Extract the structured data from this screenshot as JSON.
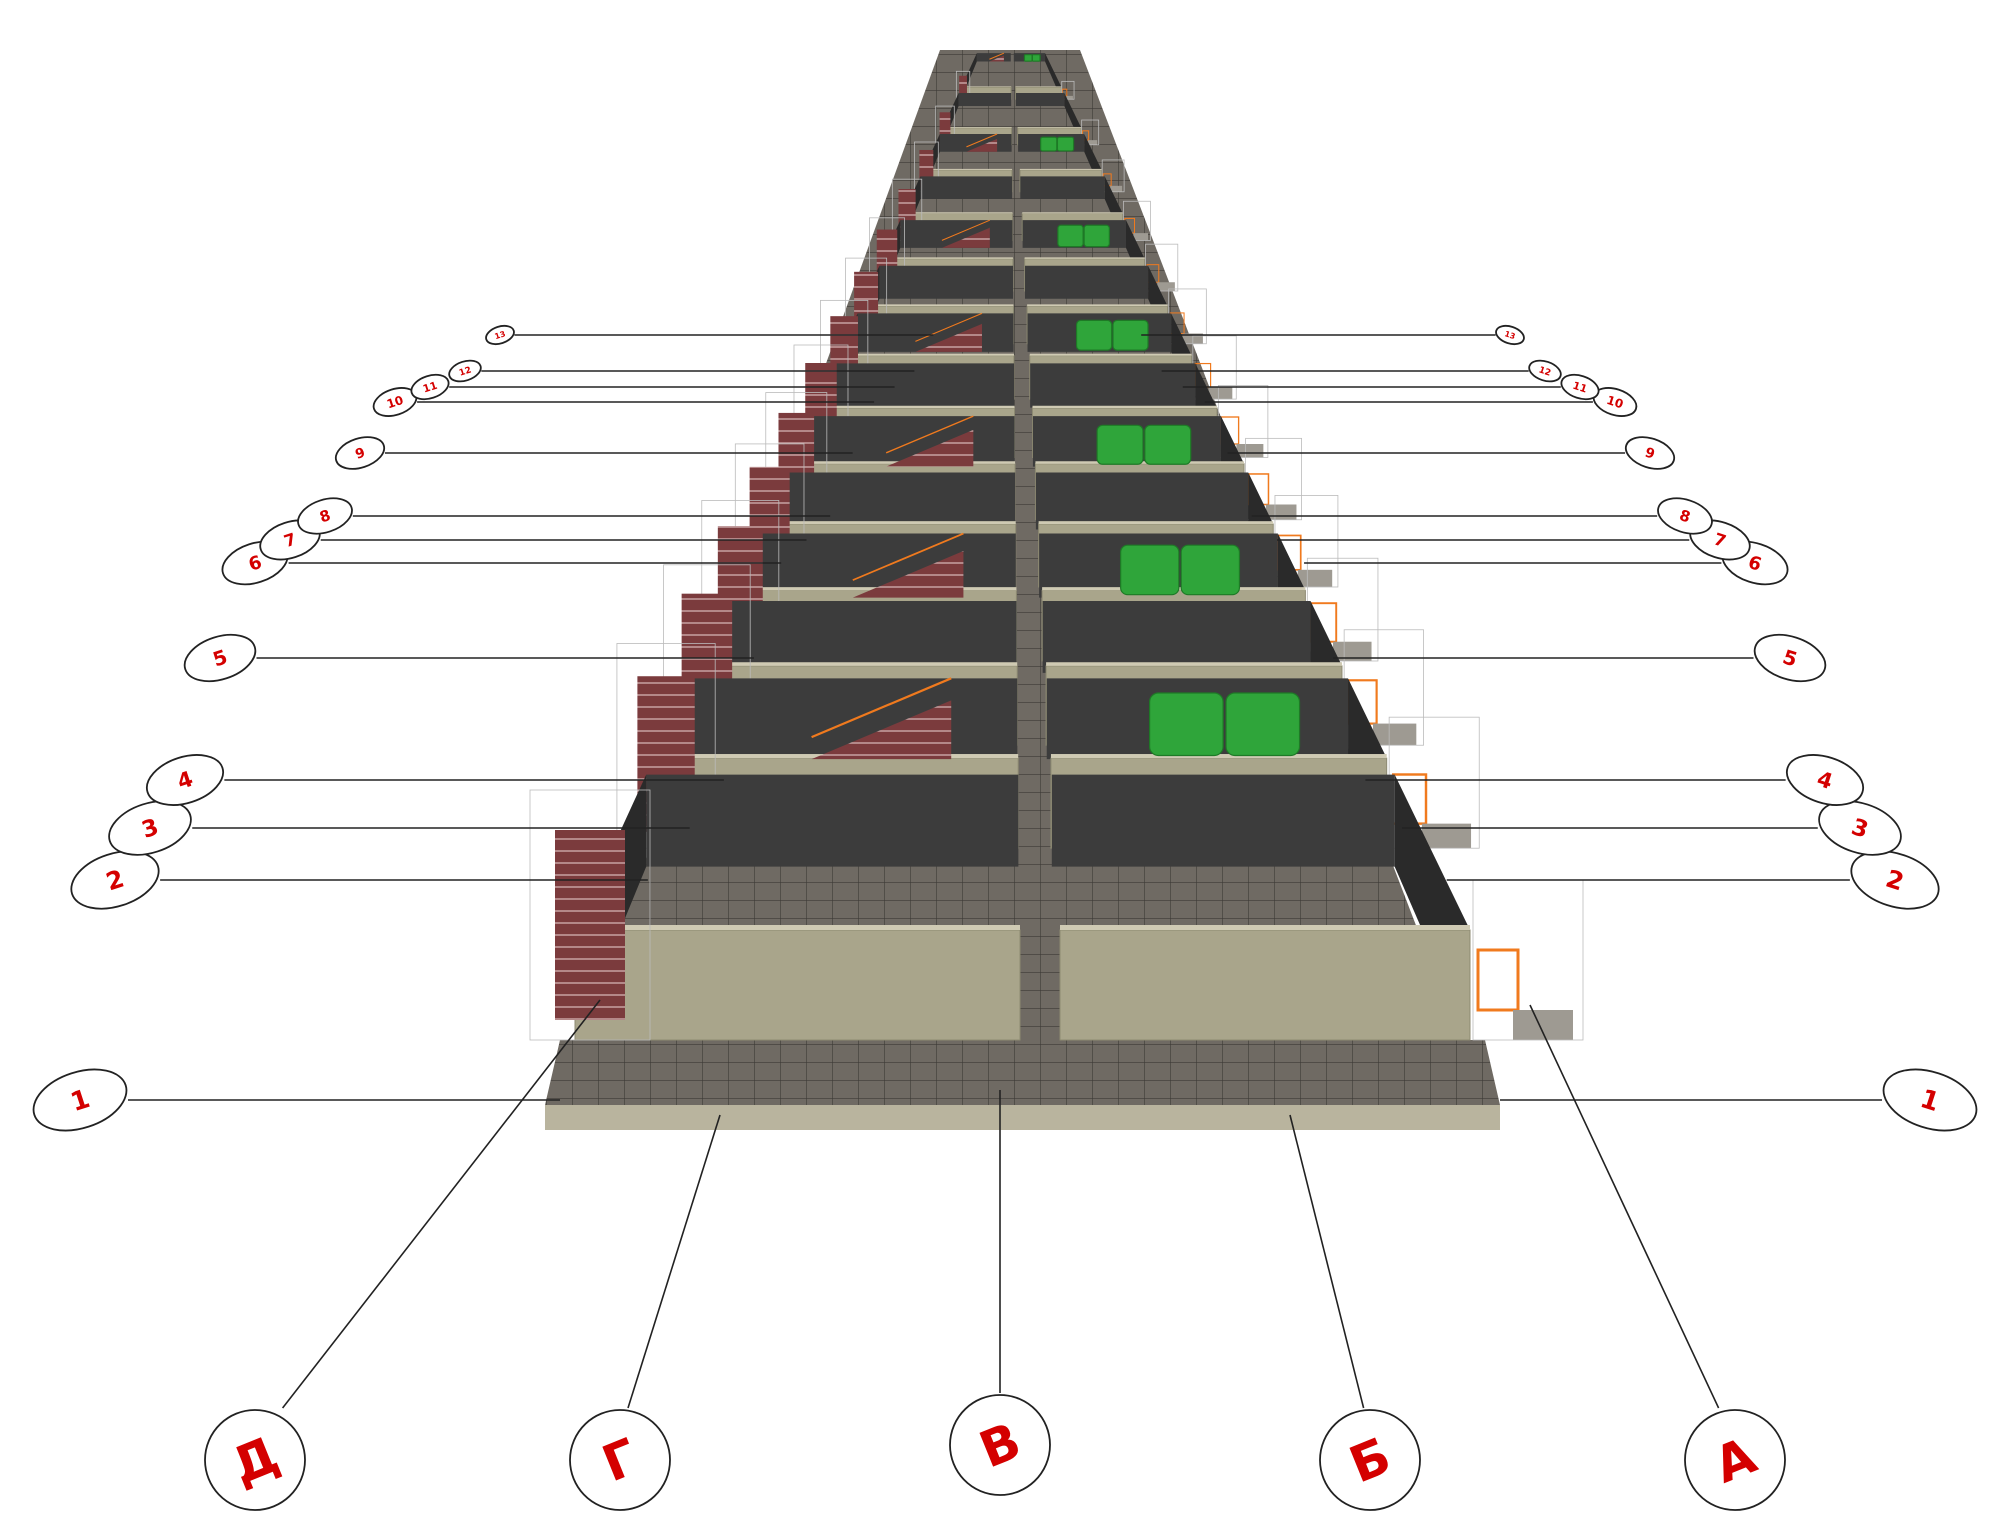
{
  "drawing": {
    "colors": {
      "floor": "#6f6a63",
      "tile_line": "#3d3a36",
      "wall_beige": "#a9a58b",
      "wall_beige_dark": "#8d8a72",
      "wall_dark": "#3c3c3c",
      "stair": "#7b3b3d",
      "tank": "#2fa53a",
      "tank_dark": "#1e7a26",
      "rail": "#f07a1e",
      "label_red": "#d40000"
    }
  },
  "axes": {
    "letters": [
      "Д",
      "Г",
      "В",
      "Б",
      "А"
    ],
    "side_numbers": [
      "1",
      "2",
      "3",
      "4",
      "5",
      "6",
      "7",
      "8",
      "9",
      "10",
      "11",
      "12",
      "13"
    ]
  }
}
